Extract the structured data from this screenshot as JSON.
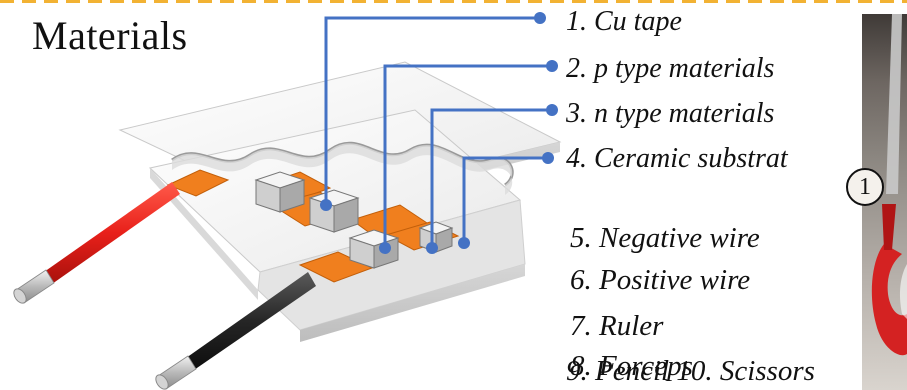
{
  "title": "Materials",
  "items": [
    {
      "num": "1.",
      "label": "Cu tape"
    },
    {
      "num": "2.",
      "label": "p type materials"
    },
    {
      "num": "3.",
      "label": "n type materials"
    },
    {
      "num": "4.",
      "label": "Ceramic substrat"
    },
    {
      "num": "5.",
      "label": "Negative wire"
    },
    {
      "num": "6.",
      "label": "Positive wire"
    },
    {
      "num": "7.",
      "label": "Ruler"
    },
    {
      "num": "8.",
      "label": "Forceps"
    }
  ],
  "last_line": "9. Pencil   10. Scissors",
  "photo_marker": "1",
  "colors": {
    "leader": "#4472c4",
    "copper": "#f07f1e",
    "positive_wire": "#e8201a",
    "negative_wire": "#262626",
    "border": "#f2b233"
  }
}
